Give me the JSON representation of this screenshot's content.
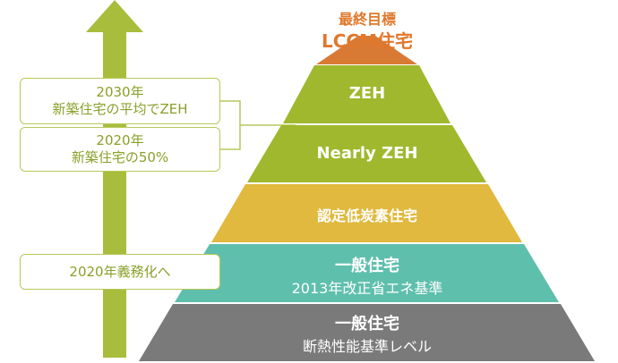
{
  "goal": {
    "line1": "最終目標",
    "line2": "LCCM住宅"
  },
  "tiers": [
    {
      "key": "top",
      "lines": [],
      "color": "#d97a34"
    },
    {
      "key": "zeh",
      "lines": [
        "ZEH"
      ],
      "color": "#a0b82e"
    },
    {
      "key": "nzeh",
      "lines": [
        "Nearly ZEH"
      ],
      "color": "#a0b82e"
    },
    {
      "key": "nintei",
      "lines": [
        "認定低炭素住宅"
      ],
      "color": "#e0b93e"
    },
    {
      "key": "ippan2013",
      "lines": [
        "一般住宅",
        "2013年改正省エネ基準"
      ],
      "color": "#5fbfad"
    },
    {
      "key": "ippan",
      "lines": [
        "一般住宅",
        "断熱性能基準レベル"
      ],
      "color": "#7a7a7a"
    }
  ],
  "notes": [
    {
      "key": "2030",
      "lines": [
        "2030年",
        "新築住宅の平均でZEH"
      ]
    },
    {
      "key": "2020",
      "lines": [
        "2020年",
        "新築住宅の50%"
      ]
    },
    {
      "key": "gimu",
      "lines": [
        "2020年義務化へ"
      ]
    }
  ],
  "colors": {
    "arrow": "#a8bd3c",
    "note_border": "#b7c95a",
    "note_text": "#8aa02a",
    "goal_text": "#e0782c"
  }
}
